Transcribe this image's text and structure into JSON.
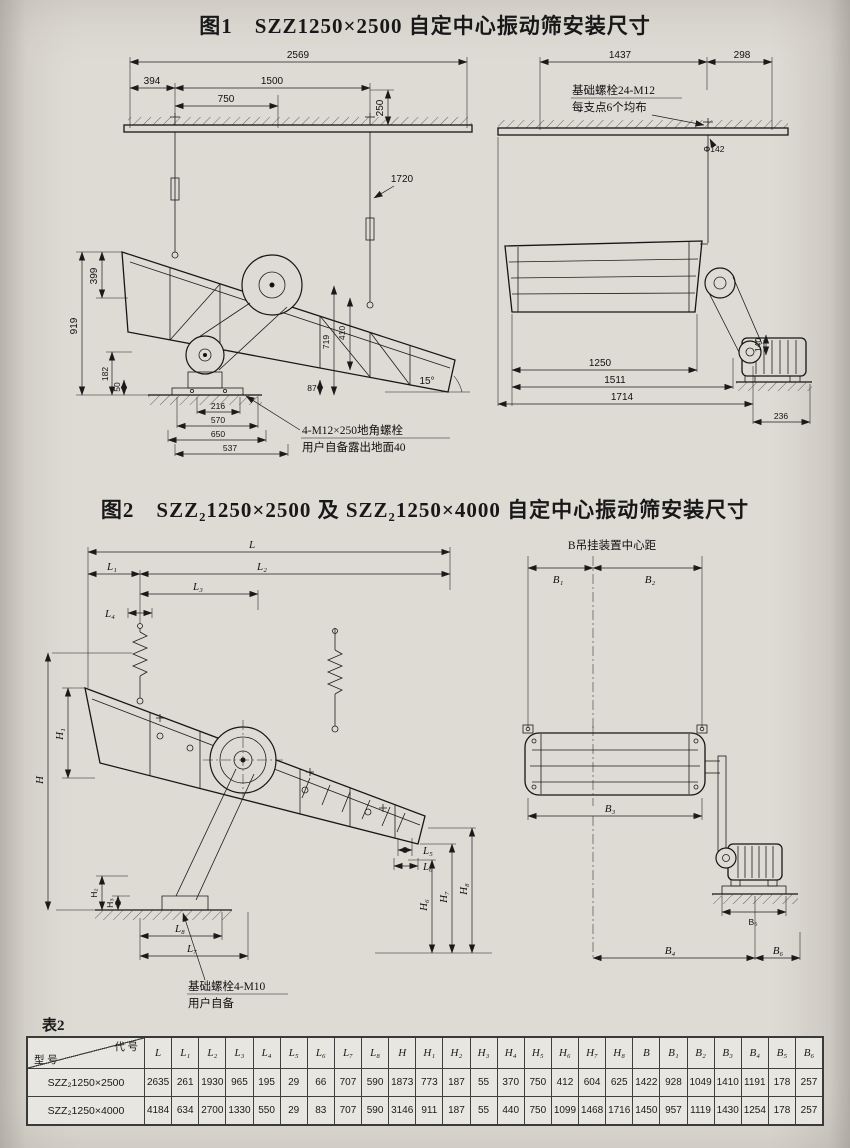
{
  "fig1": {
    "title": "图1　SZZ1250×2500 自定中心振动筛安装尺寸",
    "left": {
      "d2569": "2569",
      "d394": "394",
      "d1500": "1500",
      "d750": "750",
      "d250": "250",
      "d1720": "1720",
      "d399": "399",
      "d919": "919",
      "d182": "182",
      "d50": "50",
      "d216": "216",
      "d570": "570",
      "d650": "650",
      "d537": "537",
      "d719": "719",
      "d410": "410",
      "d87": "87",
      "angle": "15°",
      "note1": "4-M12×250地角螺栓",
      "note2": "用户自备露出地面40"
    },
    "right": {
      "d1437": "1437",
      "d298": "298",
      "phi": "Φ142",
      "d1250": "1250",
      "d1511": "1511",
      "d1714": "1714",
      "d140": "140",
      "d236": "236",
      "note1": "基础螺栓24-M12",
      "note2": "每支点6个均布"
    }
  },
  "fig2": {
    "title": "图2　SZZ₂1250×2500 及 SZZ₂1250×4000 自定中心振动筛安装尺寸",
    "left": {
      "L": "L",
      "L1": "L₁",
      "L2": "L₂",
      "L3": "L₃",
      "L4": "L₄",
      "L5": "L₅",
      "L6": "L₆",
      "L7": "L₇",
      "L8": "L₈",
      "H": "H",
      "H1": "H₁",
      "H2": "H₂",
      "H3": "H₃",
      "H6": "H₆",
      "H7": "H₇",
      "H8": "H₈",
      "note1": "基础螺栓4-M10",
      "note2": "用户自备"
    },
    "right": {
      "b_label": "B吊挂装置中心距",
      "B1": "B₁",
      "B2": "B₂",
      "B3": "B₃",
      "B4": "B₄",
      "B5": "B₅",
      "B6": "B₆"
    }
  },
  "table": {
    "caption": "表2",
    "corner_top": "代  号",
    "corner_bottom": "型  号",
    "columns": [
      "L",
      "L₁",
      "L₂",
      "L₃",
      "L₄",
      "L₅",
      "L₆",
      "L₇",
      "L₈",
      "H",
      "H₁",
      "H₂",
      "H₃",
      "H₄",
      "H₅",
      "H₆",
      "H₇",
      "H₈",
      "B",
      "B₁",
      "B₂",
      "B₃",
      "B₄",
      "B₅",
      "B₆"
    ],
    "rows": [
      {
        "model": "SZZ₂1250×2500",
        "values": [
          "2635",
          "261",
          "1930",
          "965",
          "195",
          "29",
          "66",
          "707",
          "590",
          "1873",
          "773",
          "187",
          "55",
          "370",
          "750",
          "412",
          "604",
          "625",
          "1422",
          "928",
          "1049",
          "1410",
          "1191",
          "178",
          "257"
        ]
      },
      {
        "model": "SZZ₂1250×4000",
        "values": [
          "4184",
          "634",
          "2700",
          "1330",
          "550",
          "29",
          "83",
          "707",
          "590",
          "3146",
          "911",
          "187",
          "55",
          "440",
          "750",
          "1099",
          "1468",
          "1716",
          "1450",
          "957",
          "1119",
          "1430",
          "1254",
          "178",
          "257"
        ]
      }
    ]
  }
}
